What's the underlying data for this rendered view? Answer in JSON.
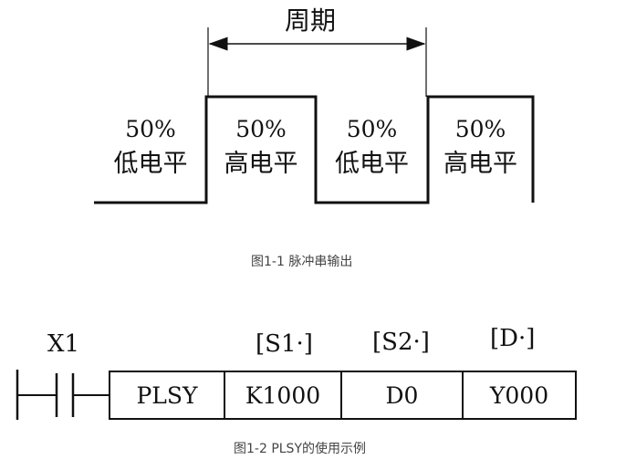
{
  "fig1": {
    "period_label": "周期",
    "segments": [
      {
        "percent": "50%",
        "level": "低电平"
      },
      {
        "percent": "50%",
        "level": "高电平"
      },
      {
        "percent": "50%",
        "level": "低电平"
      },
      {
        "percent": "50%",
        "level": "高电平"
      }
    ],
    "caption": "图1-1 脉冲串输出"
  },
  "fig2": {
    "contact_label": "X1",
    "operand_labels": [
      "[S1·]",
      "[S2·]",
      "[D·]"
    ],
    "cells": [
      "PLSY",
      "K1000",
      "D0",
      "Y000"
    ],
    "caption": "图1-2 PLSY的使用示例"
  }
}
